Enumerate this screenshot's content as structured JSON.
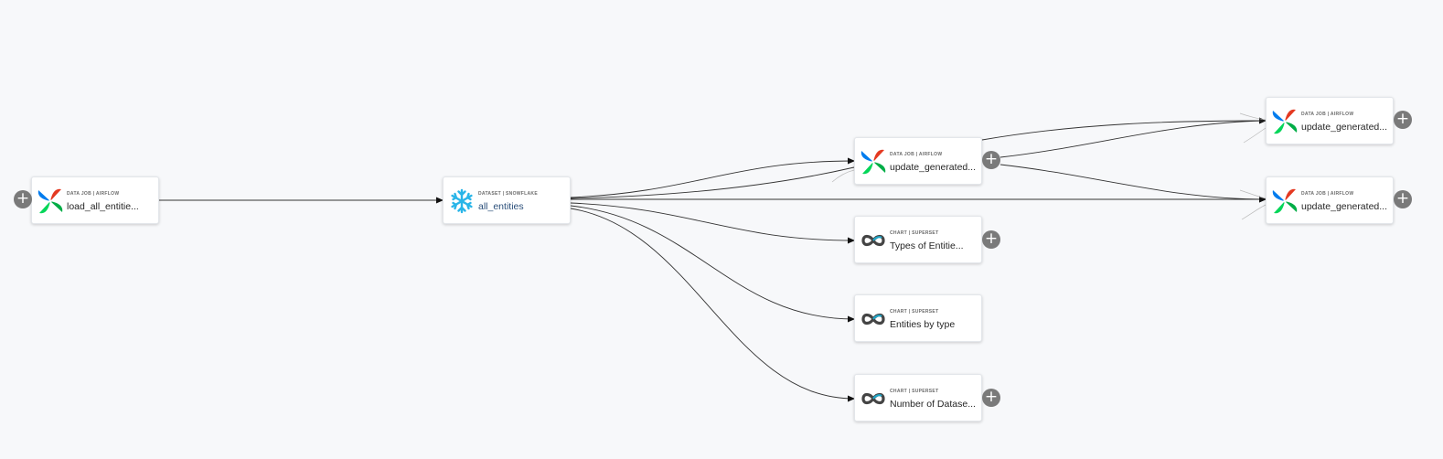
{
  "nodes": {
    "load": {
      "type": "DATA JOB | AIRFLOW",
      "name": "load_all_entitie..."
    },
    "all_entities": {
      "type": "DATASET | SNOWFLAKE",
      "name": "all_entities"
    },
    "update_mid": {
      "type": "DATA JOB | AIRFLOW",
      "name": "update_generated..."
    },
    "update_top": {
      "type": "DATA JOB | AIRFLOW",
      "name": "update_generated..."
    },
    "update_right": {
      "type": "DATA JOB | AIRFLOW",
      "name": "update_generated..."
    },
    "types_chart": {
      "type": "CHART | SUPERSET",
      "name": "Types of Entitie..."
    },
    "entities_chart": {
      "type": "CHART | SUPERSET",
      "name": "Entities by type"
    },
    "datasets_chart": {
      "type": "CHART | SUPERSET",
      "name": "Number of Datase..."
    }
  },
  "expand_symbol": "+",
  "icons": {
    "airflow": "airflow-pinwheel-icon",
    "snowflake": "snowflake-icon",
    "superset": "superset-infinity-icon"
  },
  "colors": {
    "background": "#f7f8fa",
    "edge": "#333333",
    "expand_button": "#7a7a7a",
    "snowflake": "#29b5e8"
  }
}
